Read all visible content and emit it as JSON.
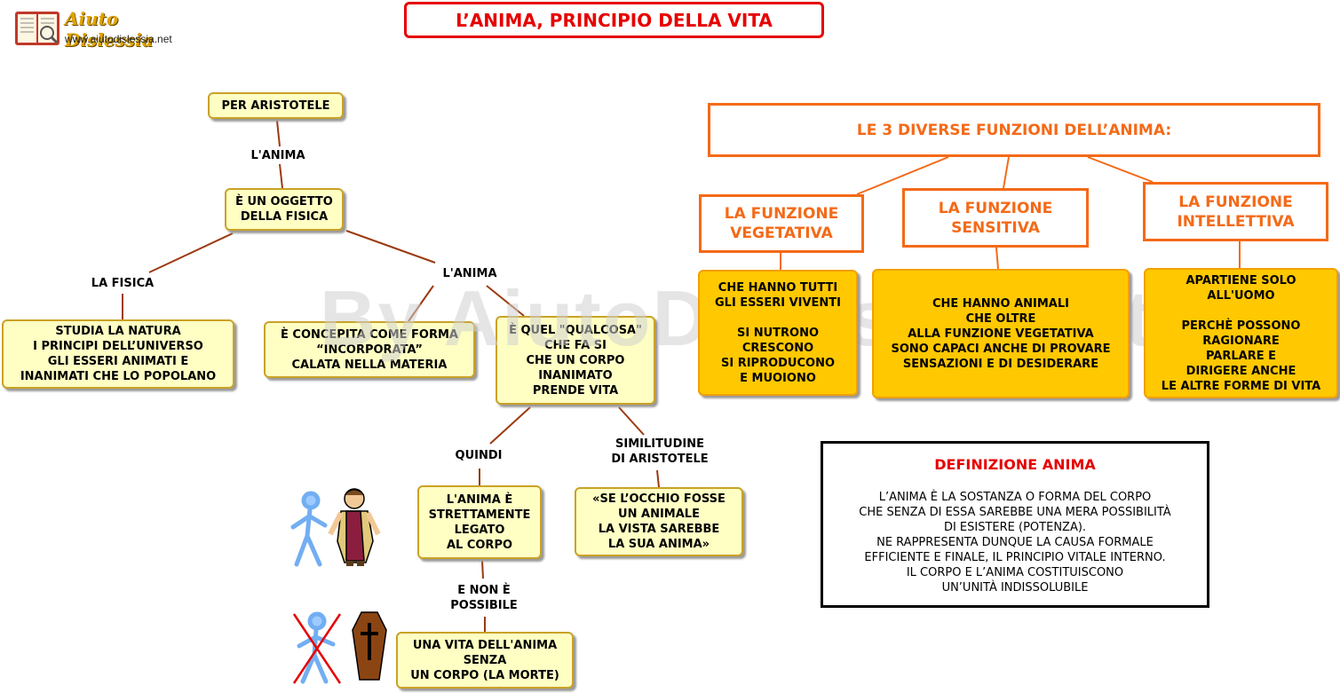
{
  "logo": {
    "title": "Aiuto Dislessia",
    "url": "www.aiutodislessia.net"
  },
  "title": "L’ANIMA, PRINCIPIO DELLA VITA",
  "watermark": "By AiutoDislessia.net",
  "left_map": {
    "per_aristotele": "PER ARISTOTELE",
    "label_anima_1": "L'ANIMA",
    "oggetto_fisica": "È UN OGGETTO\nDELLA FISICA",
    "label_fisica": "LA FISICA",
    "label_anima_2": "L'ANIMA",
    "studia_natura": "STUDIA LA NATURA\nI PRINCIPI DELL’UNIVERSO\nGLI ESSERI ANIMATI E\nINANIMATI CHE LO POPOLANO",
    "concepita_forma": "È CONCEPITA COME FORMA\n“INCORPORATA”\nCALATA NELLA MATERIA",
    "qualcosa": "È QUEL \"QUALCOSA\"\nCHE FA SI\nCHE UN CORPO\nINANIMATO\nPRENDE VITA",
    "label_quindi": "QUINDI",
    "label_similitudine": "SIMILITUDINE\nDI ARISTOTELE",
    "legato_corpo": "L'ANIMA È\nSTRETTAMENTE\nLEGATO\nAL CORPO",
    "occhio": "«SE L’OCCHIO FOSSE\nUN ANIMALE\nLA VISTA SAREBBE\nLA SUA ANIMA»",
    "label_non_possibile": "E NON È\nPOSSIBILE",
    "vita_senza_corpo": "UNA VITA DELL'ANIMA\nSENZA\nUN CORPO (LA MORTE)"
  },
  "right_map": {
    "header": "LE 3  DIVERSE FUNZIONI DELL’ANIMA:",
    "functions": [
      {
        "title": "LA FUNZIONE\nVEGETATIVA",
        "desc": "CHE HANNO TUTTI\nGLI ESSERI VIVENTI\n\nSI NUTRONO\nCRESCONO\nSI RIPRODUCONO\nE MUOIONO"
      },
      {
        "title": "LA FUNZIONE\nSENSITIVA",
        "desc": "CHE HANNO ANIMALI\nCHE OLTRE\nALLA FUNZIONE VEGETATIVA\nSONO CAPACI ANCHE DI PROVARE\nSENSAZIONI E DI DESIDERARE"
      },
      {
        "title": "LA FUNZIONE\nINTELLETTIVA",
        "desc": "APARTIENE SOLO\nALL'UOMO\n\nPERCHÈ POSSONO\nRAGIONARE\nPARLARE E\nDIRIGERE ANCHE\nLE ALTRE FORME DI VITA"
      }
    ]
  },
  "definition": {
    "title": "DEFINIZIONE ANIMA",
    "text": "L’ANIMA È LA SOSTANZA O FORMA DEL CORPO\nCHE SENZA DI ESSA SAREBBE UNA MERA POSSIBILITÀ\nDI ESISTERE (POTENZA).\nNE RAPPRESENTA DUNQUE LA CAUSA FORMALE\nEFFICIENTE E FINALE, IL PRINCIPIO VITALE INTERNO.\nIL CORPO E L’ANIMA COSTITUISCONO\nUN’UNITÀ INDISSOLUBILE"
  },
  "colors": {
    "title_red": "#e60000",
    "orange": "#f46a18",
    "line_brown": "#9b3a10",
    "yellow_box": "#ffffc4",
    "gold_box": "#ffc800"
  }
}
